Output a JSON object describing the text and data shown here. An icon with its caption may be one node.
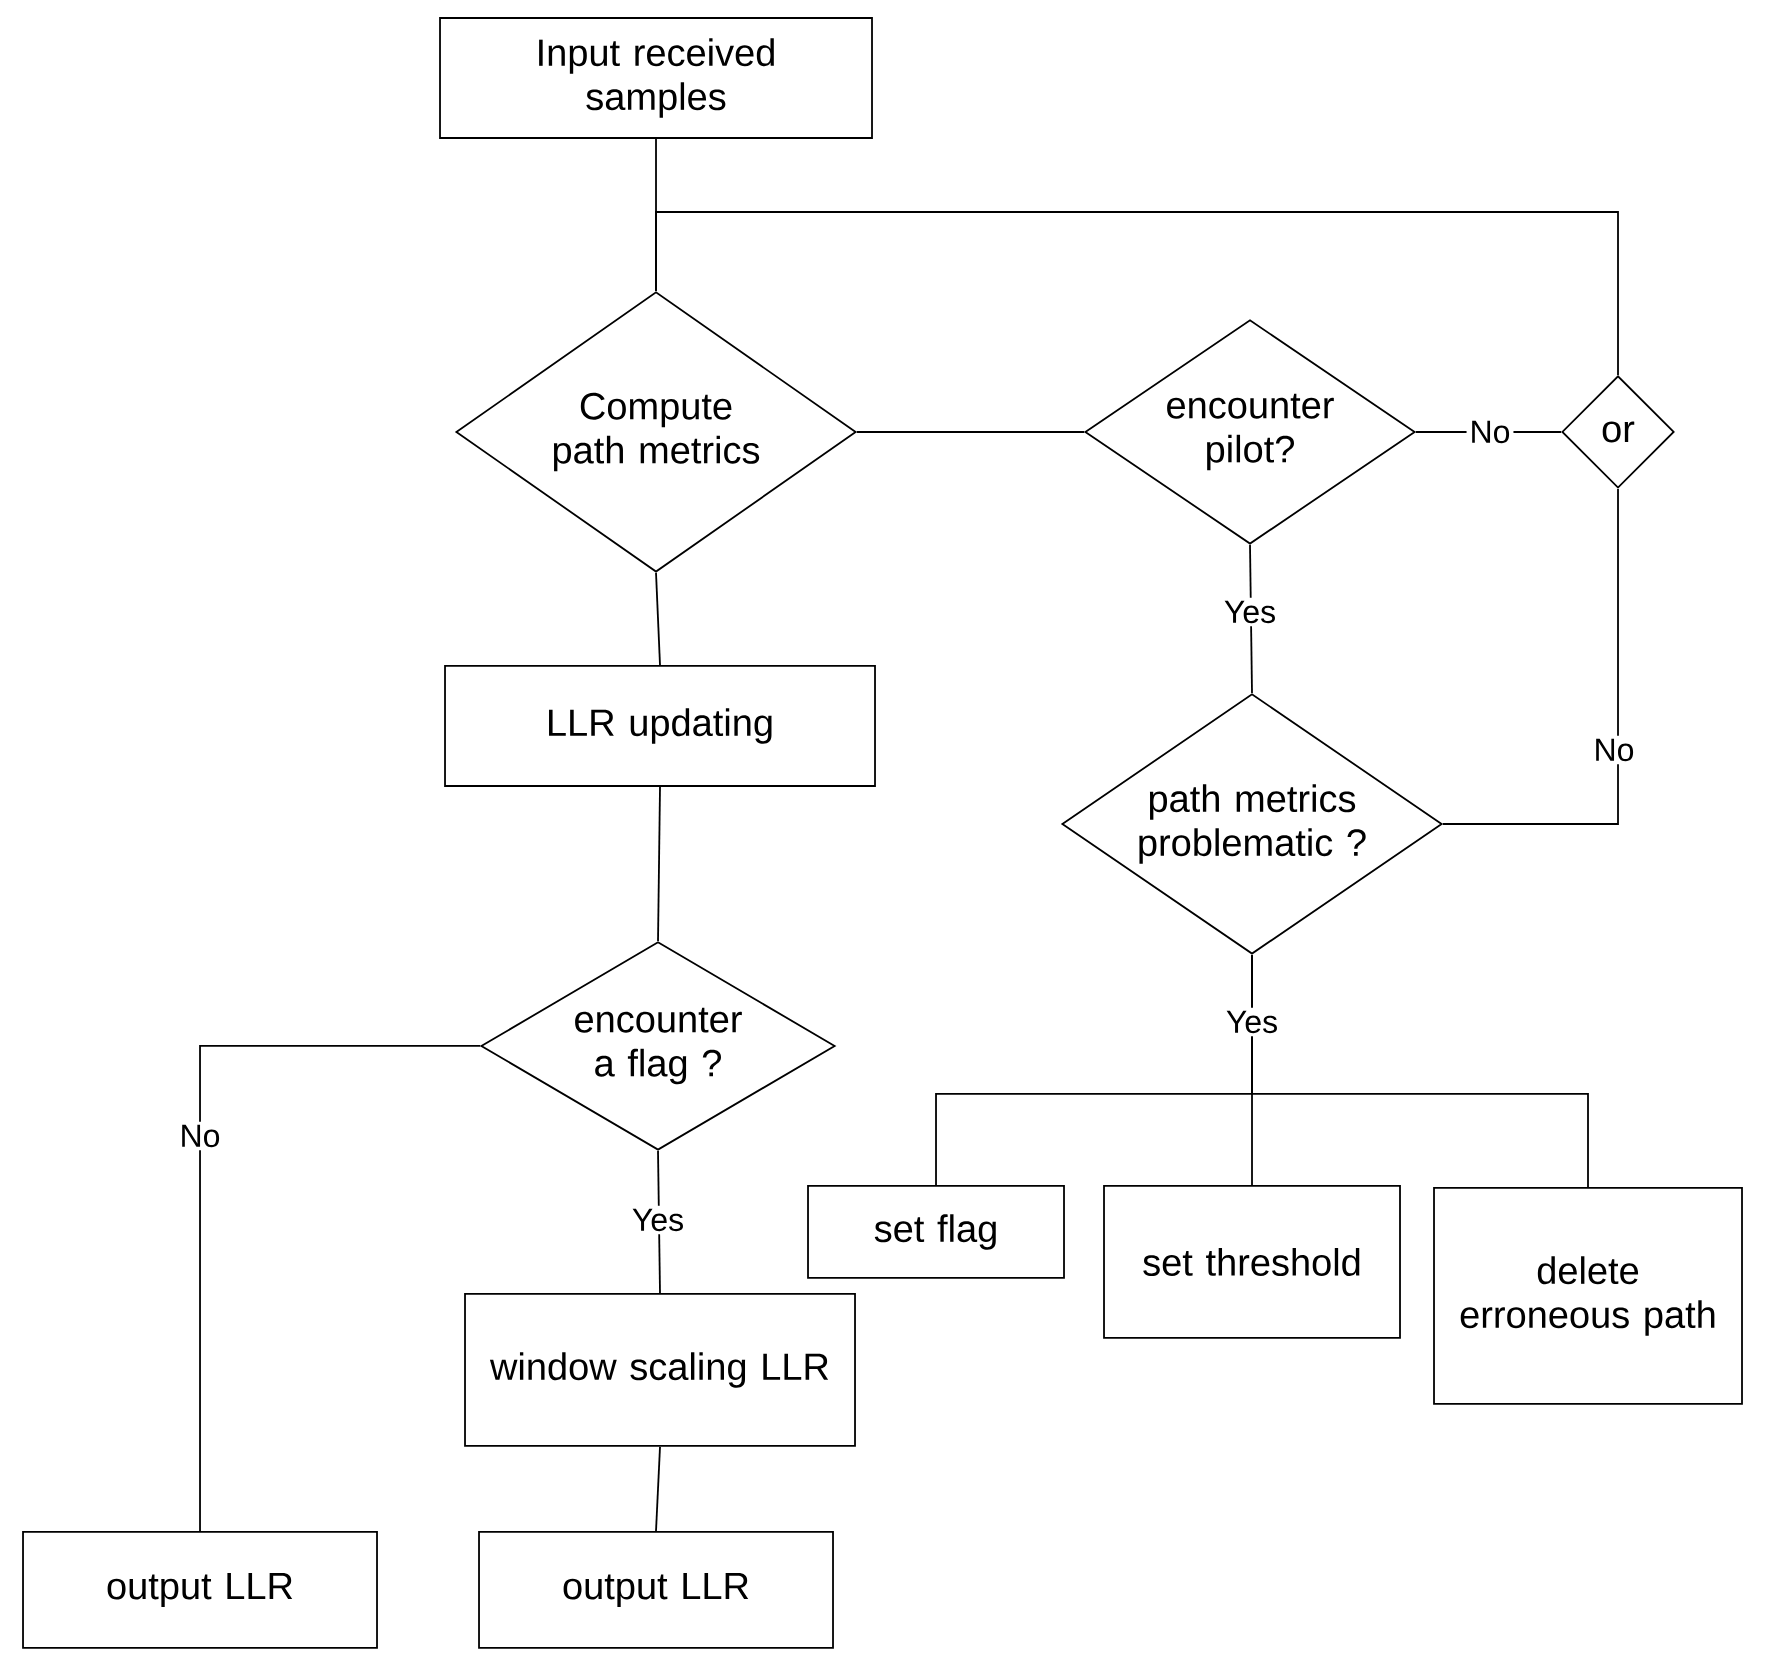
{
  "diagram": {
    "nodes": [
      {
        "text": [
          "Input received samples"
        ]
      },
      {
        "text": [
          "Compute path metrics"
        ]
      },
      {
        "text": [
          "encounter pilot?"
        ]
      },
      {
        "text": [
          "or"
        ]
      },
      {
        "text": [
          "LLR updating"
        ]
      },
      {
        "text": [
          "path metrics problematic ?"
        ]
      },
      {
        "text": [
          "encounter a flag ?"
        ]
      },
      {
        "text": [
          "set flag"
        ]
      },
      {
        "text": [
          "set threshold"
        ]
      },
      {
        "text": [
          "delete erroneous path"
        ]
      },
      {
        "text": [
          "window scaling LLR"
        ]
      },
      {
        "text": [
          "output  LLR"
        ]
      },
      {
        "text": [
          "output  LLR"
        ]
      }
    ],
    "edges": [
      {
        "from": 0,
        "to": 1,
        "arrow": "none"
      },
      {
        "from": 3,
        "to": 1,
        "arrow": "none"
      },
      {
        "from": 1,
        "to": 2,
        "arrow": "none"
      },
      {
        "from": 2,
        "to": 3,
        "arrow": "none",
        "label": "No"
      },
      {
        "from": 2,
        "to": 5,
        "arrow": "none",
        "label": "Yes"
      },
      {
        "from": 5,
        "to": 3,
        "arrow": "none",
        "label": "No"
      },
      {
        "from": 5,
        "to": 7,
        "arrow": "none"
      },
      {
        "from": 5,
        "to": 8,
        "arrow": "none",
        "label": "Yes"
      },
      {
        "from": 5,
        "to": 9,
        "arrow": "none"
      },
      {
        "from": 1,
        "to": 4,
        "arrow": "none"
      },
      {
        "from": 4,
        "to": 6,
        "arrow": "none"
      },
      {
        "from": 6,
        "to": 11,
        "arrow": "none",
        "label": "No"
      },
      {
        "from": 6,
        "to": 10,
        "arrow": "none",
        "label": "Yes"
      },
      {
        "from": 10,
        "to": 12,
        "arrow": "none"
      }
    ]
  }
}
